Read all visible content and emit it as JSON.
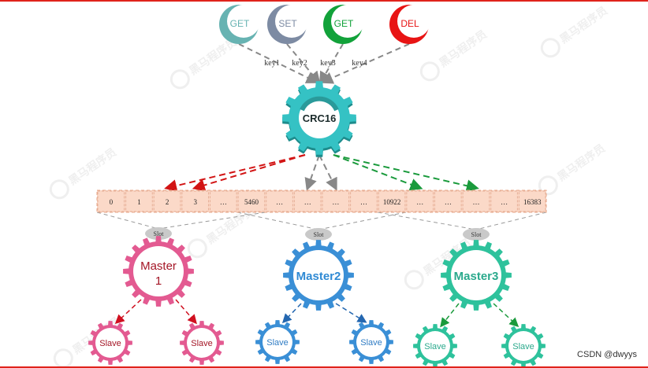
{
  "commands": [
    {
      "label": "GET",
      "color": "#67b3b2"
    },
    {
      "label": "SET",
      "color": "#7d8ba3"
    },
    {
      "label": "GET",
      "color": "#12a23a"
    },
    {
      "label": "DEL",
      "color": "#e81414"
    }
  ],
  "keys": [
    "key1",
    "key2",
    "key3",
    "key4"
  ],
  "hash_label": "CRC16",
  "slots": [
    "0",
    "1",
    "2",
    "3",
    "…",
    "5460",
    "…",
    "…",
    "…",
    "…",
    "10922",
    "…",
    "…",
    "…",
    "…",
    "16383"
  ],
  "slot_tag": "Slot",
  "masters": [
    {
      "label_line1": "Master",
      "label_line2": "1",
      "color": "#e35a91",
      "text_color": "#a41626"
    },
    {
      "label_line1": "Master2",
      "label_line2": "",
      "color": "#3a8fd6",
      "text_color": "#2f8ad4"
    },
    {
      "label_line1": "Master3",
      "label_line2": "",
      "color": "#2ec29c",
      "text_color": "#2aa98c"
    }
  ],
  "slave_label": "Slave",
  "credit": "CSDN @dwyys",
  "watermark_text": "黑马程序员"
}
